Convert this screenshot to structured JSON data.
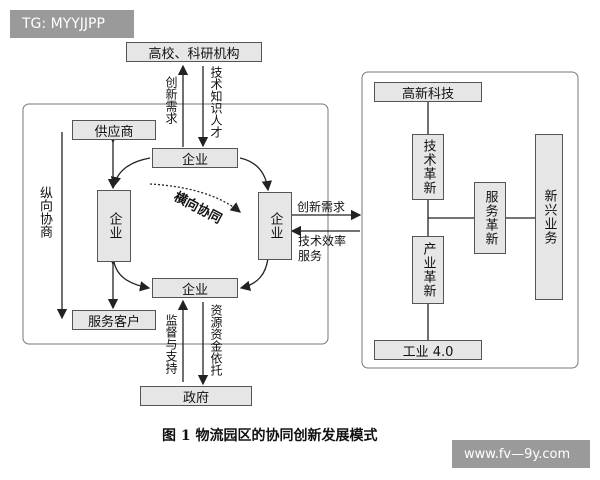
{
  "watermark_top": "TG: MYYJJPP",
  "watermark_bottom": "www.fv—9y.com",
  "left_system": {
    "universities": "高校、科研机构",
    "supplier": "供应商",
    "enterprise_top": "企业",
    "enterprise_left": "企业",
    "enterprise_right": "企业",
    "enterprise_bottom": "企业",
    "customer": "服务客户",
    "government": "政府",
    "vertical_collab": "纵向协商",
    "horizontal_collab": "横向协同"
  },
  "flow_labels": {
    "innovation_demand_vertical": "创新需求",
    "tech_knowledge_talent": "技术知识人才",
    "supervision_support": "监督与支持",
    "resource_capital": "资源资金依托",
    "innovation_demand_horizontal": "创新需求",
    "tech_efficiency_service": "技术效率服务"
  },
  "right_system": {
    "high_tech": "高新科技",
    "tech_innovation": "技术革新",
    "industry_innovation": "产业革新",
    "service_innovation": "服务革新",
    "emerging_business": "新兴业务",
    "industry_40": "工业 4.0"
  },
  "caption": "图 1   物流园区的协同创新发展模式"
}
